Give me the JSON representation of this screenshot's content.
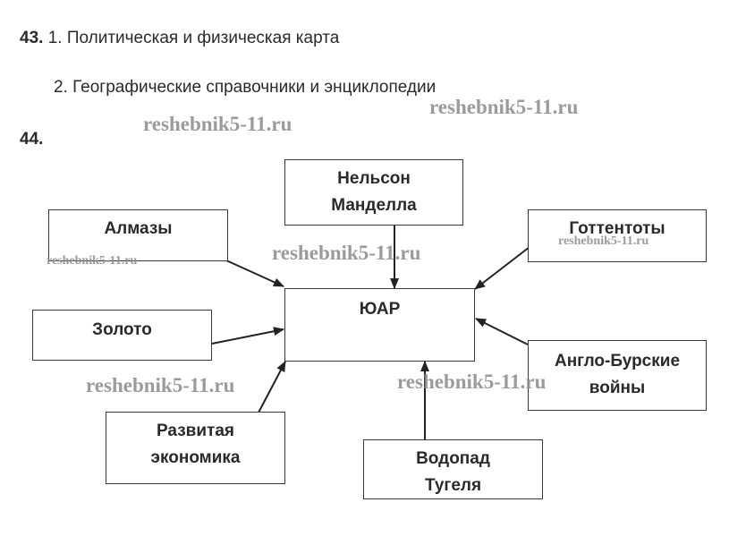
{
  "task43": {
    "number": "43.",
    "item1": "1. Политическая и физическая карта",
    "item2": "2. Географические справочники и энциклопедии"
  },
  "task44": {
    "number": "44."
  },
  "diagram": {
    "center": "ЮАР",
    "nodes": {
      "mandela": {
        "line1": "Нельсон",
        "line2": "Манделла"
      },
      "almazy": {
        "line1": "Алмазы"
      },
      "gottentoty": {
        "line1": "Готтентоты"
      },
      "zoloto": {
        "line1": "Золото"
      },
      "anglo_bur": {
        "line1": "Англо-Бурские",
        "line2": "войны"
      },
      "economy": {
        "line1": "Развитая",
        "line2": "экономика"
      },
      "vodopad": {
        "line1": "Водопад",
        "line2": "Тугеля"
      }
    },
    "arrow_color": "#222222"
  },
  "watermark": {
    "text": "reshebnik5-11.ru",
    "color": "#8a8a8a"
  }
}
